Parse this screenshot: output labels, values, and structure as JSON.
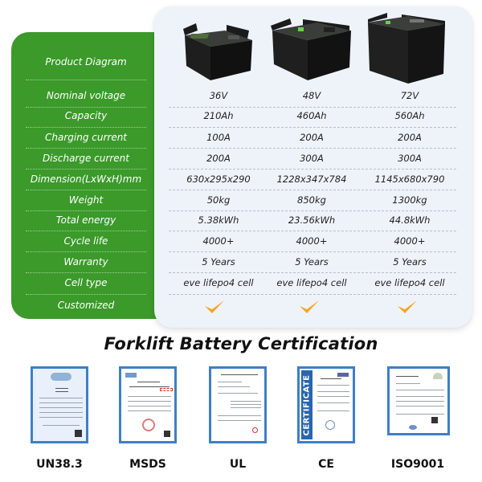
{
  "spec_table": {
    "row_labels": [
      "Product Diagram",
      "Nominal voltage",
      "Capacity",
      "Charging current",
      "Discharge current",
      "Dimension(LxWxH)mm",
      "Weight",
      "Total energy",
      "Cycle life",
      "Warranty",
      "Cell type",
      "Customized"
    ],
    "columns": [
      {
        "image": "battery-36v-icon",
        "nominal_voltage": "36V",
        "capacity": "210Ah",
        "charging_current": "100A",
        "discharge_current": "200A",
        "dimension": "630x295x290",
        "weight": "50kg",
        "total_energy": "5.38kWh",
        "cycle_life": "4000+",
        "warranty": "5 Years",
        "cell_type": "eve lifepo4 cell",
        "customized": "check-icon"
      },
      {
        "image": "battery-48v-icon",
        "nominal_voltage": "48V",
        "capacity": "460Ah",
        "charging_current": "200A",
        "discharge_current": "300A",
        "dimension": "1228x347x784",
        "weight": "850kg",
        "total_energy": "23.56kWh",
        "cycle_life": "4000+",
        "warranty": "5 Years",
        "cell_type": "eve lifepo4 cell",
        "customized": "check-icon"
      },
      {
        "image": "battery-72v-icon",
        "nominal_voltage": "72V",
        "capacity": "560Ah",
        "charging_current": "200A",
        "discharge_current": "300A",
        "dimension": "1145x680x790",
        "weight": "1300kg",
        "total_energy": "44.8kWh",
        "cycle_life": "4000+",
        "warranty": "5 Years",
        "cell_type": "eve lifepo4 cell",
        "customized": "check-icon"
      }
    ]
  },
  "certification": {
    "title": "Forklift Battery Certification",
    "items": [
      {
        "name": "UN38.3",
        "icon": "un38-3-certificate-icon"
      },
      {
        "name": "MSDS",
        "icon": "msds-certificate-icon"
      },
      {
        "name": "UL",
        "icon": "ul-certificate-icon"
      },
      {
        "name": "CE",
        "icon": "ce-certificate-icon"
      },
      {
        "name": "ISO9001",
        "icon": "iso9001-certificate-icon"
      }
    ],
    "ce_banner_text": "CERTIFICATE"
  },
  "colors": {
    "label_panel_green": "#3b9a2a",
    "card_background": "#eef3fa",
    "check_orange": "#f5a623",
    "cert_border_blue": "#3f7fc6"
  }
}
